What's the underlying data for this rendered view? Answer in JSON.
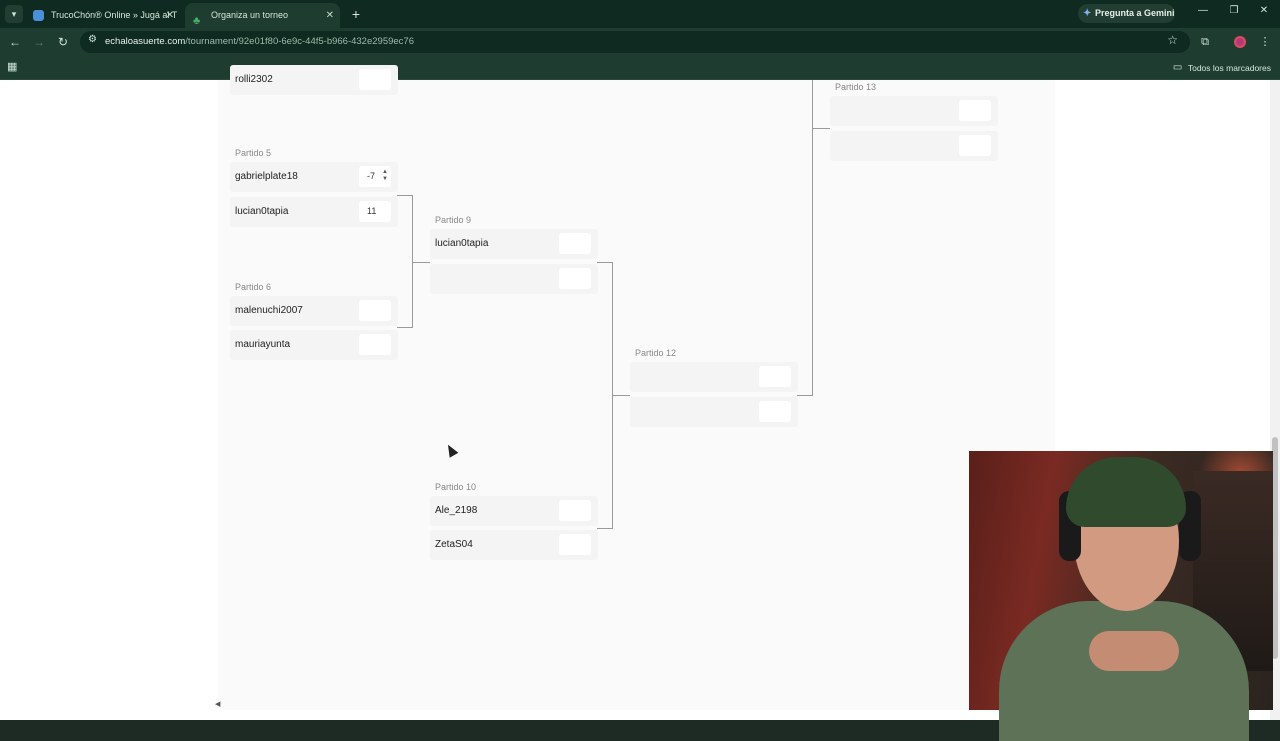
{
  "browser": {
    "tabs": [
      {
        "title": "TrucoChón® Online » Jugá al T",
        "active": false
      },
      {
        "title": "Organiza un torneo",
        "active": true
      }
    ],
    "gemini_label": "Pregunta a Gemini",
    "url_host": "echaloasuerte.com",
    "url_path": "/tournament/92e01f80-6e9c-44f5-b966-432e2959ec76",
    "bookmarks_label": "Todos los marcadores"
  },
  "bracket": {
    "top_partial": {
      "name": "rolli2302"
    },
    "matches": {
      "m5": {
        "label": "Partido 5",
        "p1": {
          "name": "gabrielplate18",
          "score": "-7"
        },
        "p2": {
          "name": "lucian0tapia",
          "score": "11"
        }
      },
      "m6": {
        "label": "Partido 6",
        "p1": {
          "name": "malenuchi2007",
          "score": ""
        },
        "p2": {
          "name": "mauriayunta",
          "score": ""
        }
      },
      "m9": {
        "label": "Partido 9",
        "p1": {
          "name": "lucian0tapia",
          "score": ""
        },
        "p2": {
          "name": "",
          "score": ""
        }
      },
      "m10": {
        "label": "Partido 10",
        "p1": {
          "name": "Ale_2198",
          "score": ""
        },
        "p2": {
          "name": "ZetaS04",
          "score": ""
        }
      },
      "m12": {
        "label": "Partido 12",
        "p1": {
          "name": "",
          "score": ""
        },
        "p2": {
          "name": "",
          "score": ""
        }
      },
      "m13": {
        "label": "Partido 13",
        "p1": {
          "name": "",
          "score": ""
        },
        "p2": {
          "name": "",
          "score": ""
        }
      }
    }
  },
  "icons": [
    "tab-list-icon",
    "favicon-trucochon",
    "favicon-clover",
    "close-icon",
    "new-tab-icon",
    "gemini-spark-icon",
    "minimize-icon",
    "restore-icon",
    "close-window-icon",
    "back-icon",
    "forward-icon",
    "reload-icon",
    "site-info-icon",
    "star-icon",
    "extensions-icon",
    "menu-icon",
    "apps-icon",
    "folder-icon",
    "mouse-cursor-icon"
  ]
}
